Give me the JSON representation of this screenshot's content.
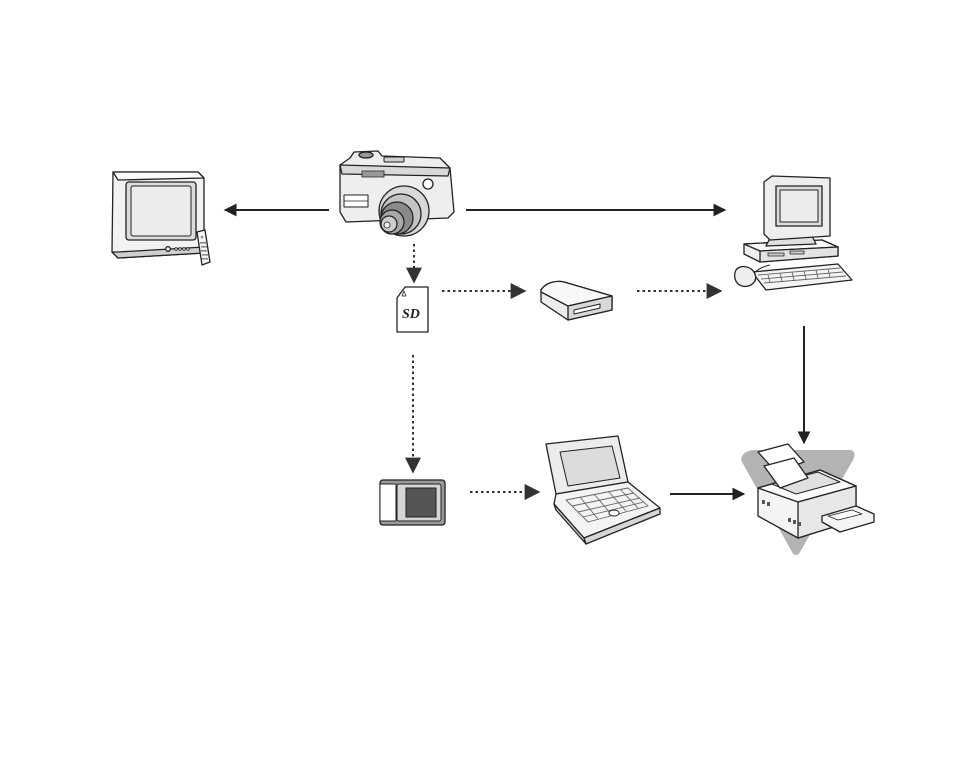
{
  "sd_card": {
    "label": "SD"
  },
  "icons": [
    "tv-icon",
    "camera-icon",
    "desktop-computer-icon",
    "sd-card-icon",
    "card-reader-icon",
    "pc-card-adapter-icon",
    "laptop-icon",
    "printer-icon"
  ],
  "connections": [
    {
      "from": "camera",
      "to": "tv",
      "style": "solid"
    },
    {
      "from": "camera",
      "to": "desktop-computer",
      "style": "solid"
    },
    {
      "from": "camera",
      "to": "sd-card",
      "style": "dotted"
    },
    {
      "from": "sd-card",
      "to": "card-reader",
      "style": "dotted"
    },
    {
      "from": "card-reader",
      "to": "desktop-computer",
      "style": "dotted"
    },
    {
      "from": "sd-card",
      "to": "pc-card-adapter",
      "style": "dotted"
    },
    {
      "from": "pc-card-adapter",
      "to": "laptop",
      "style": "dotted"
    },
    {
      "from": "laptop",
      "to": "printer",
      "style": "solid"
    },
    {
      "from": "desktop-computer",
      "to": "printer",
      "style": "solid"
    }
  ],
  "colors": {
    "line": "#222222",
    "screen": "#e6e6e6",
    "body": "#f4f4f4",
    "dark": "#555555",
    "triangle": "#b3b3b3"
  }
}
